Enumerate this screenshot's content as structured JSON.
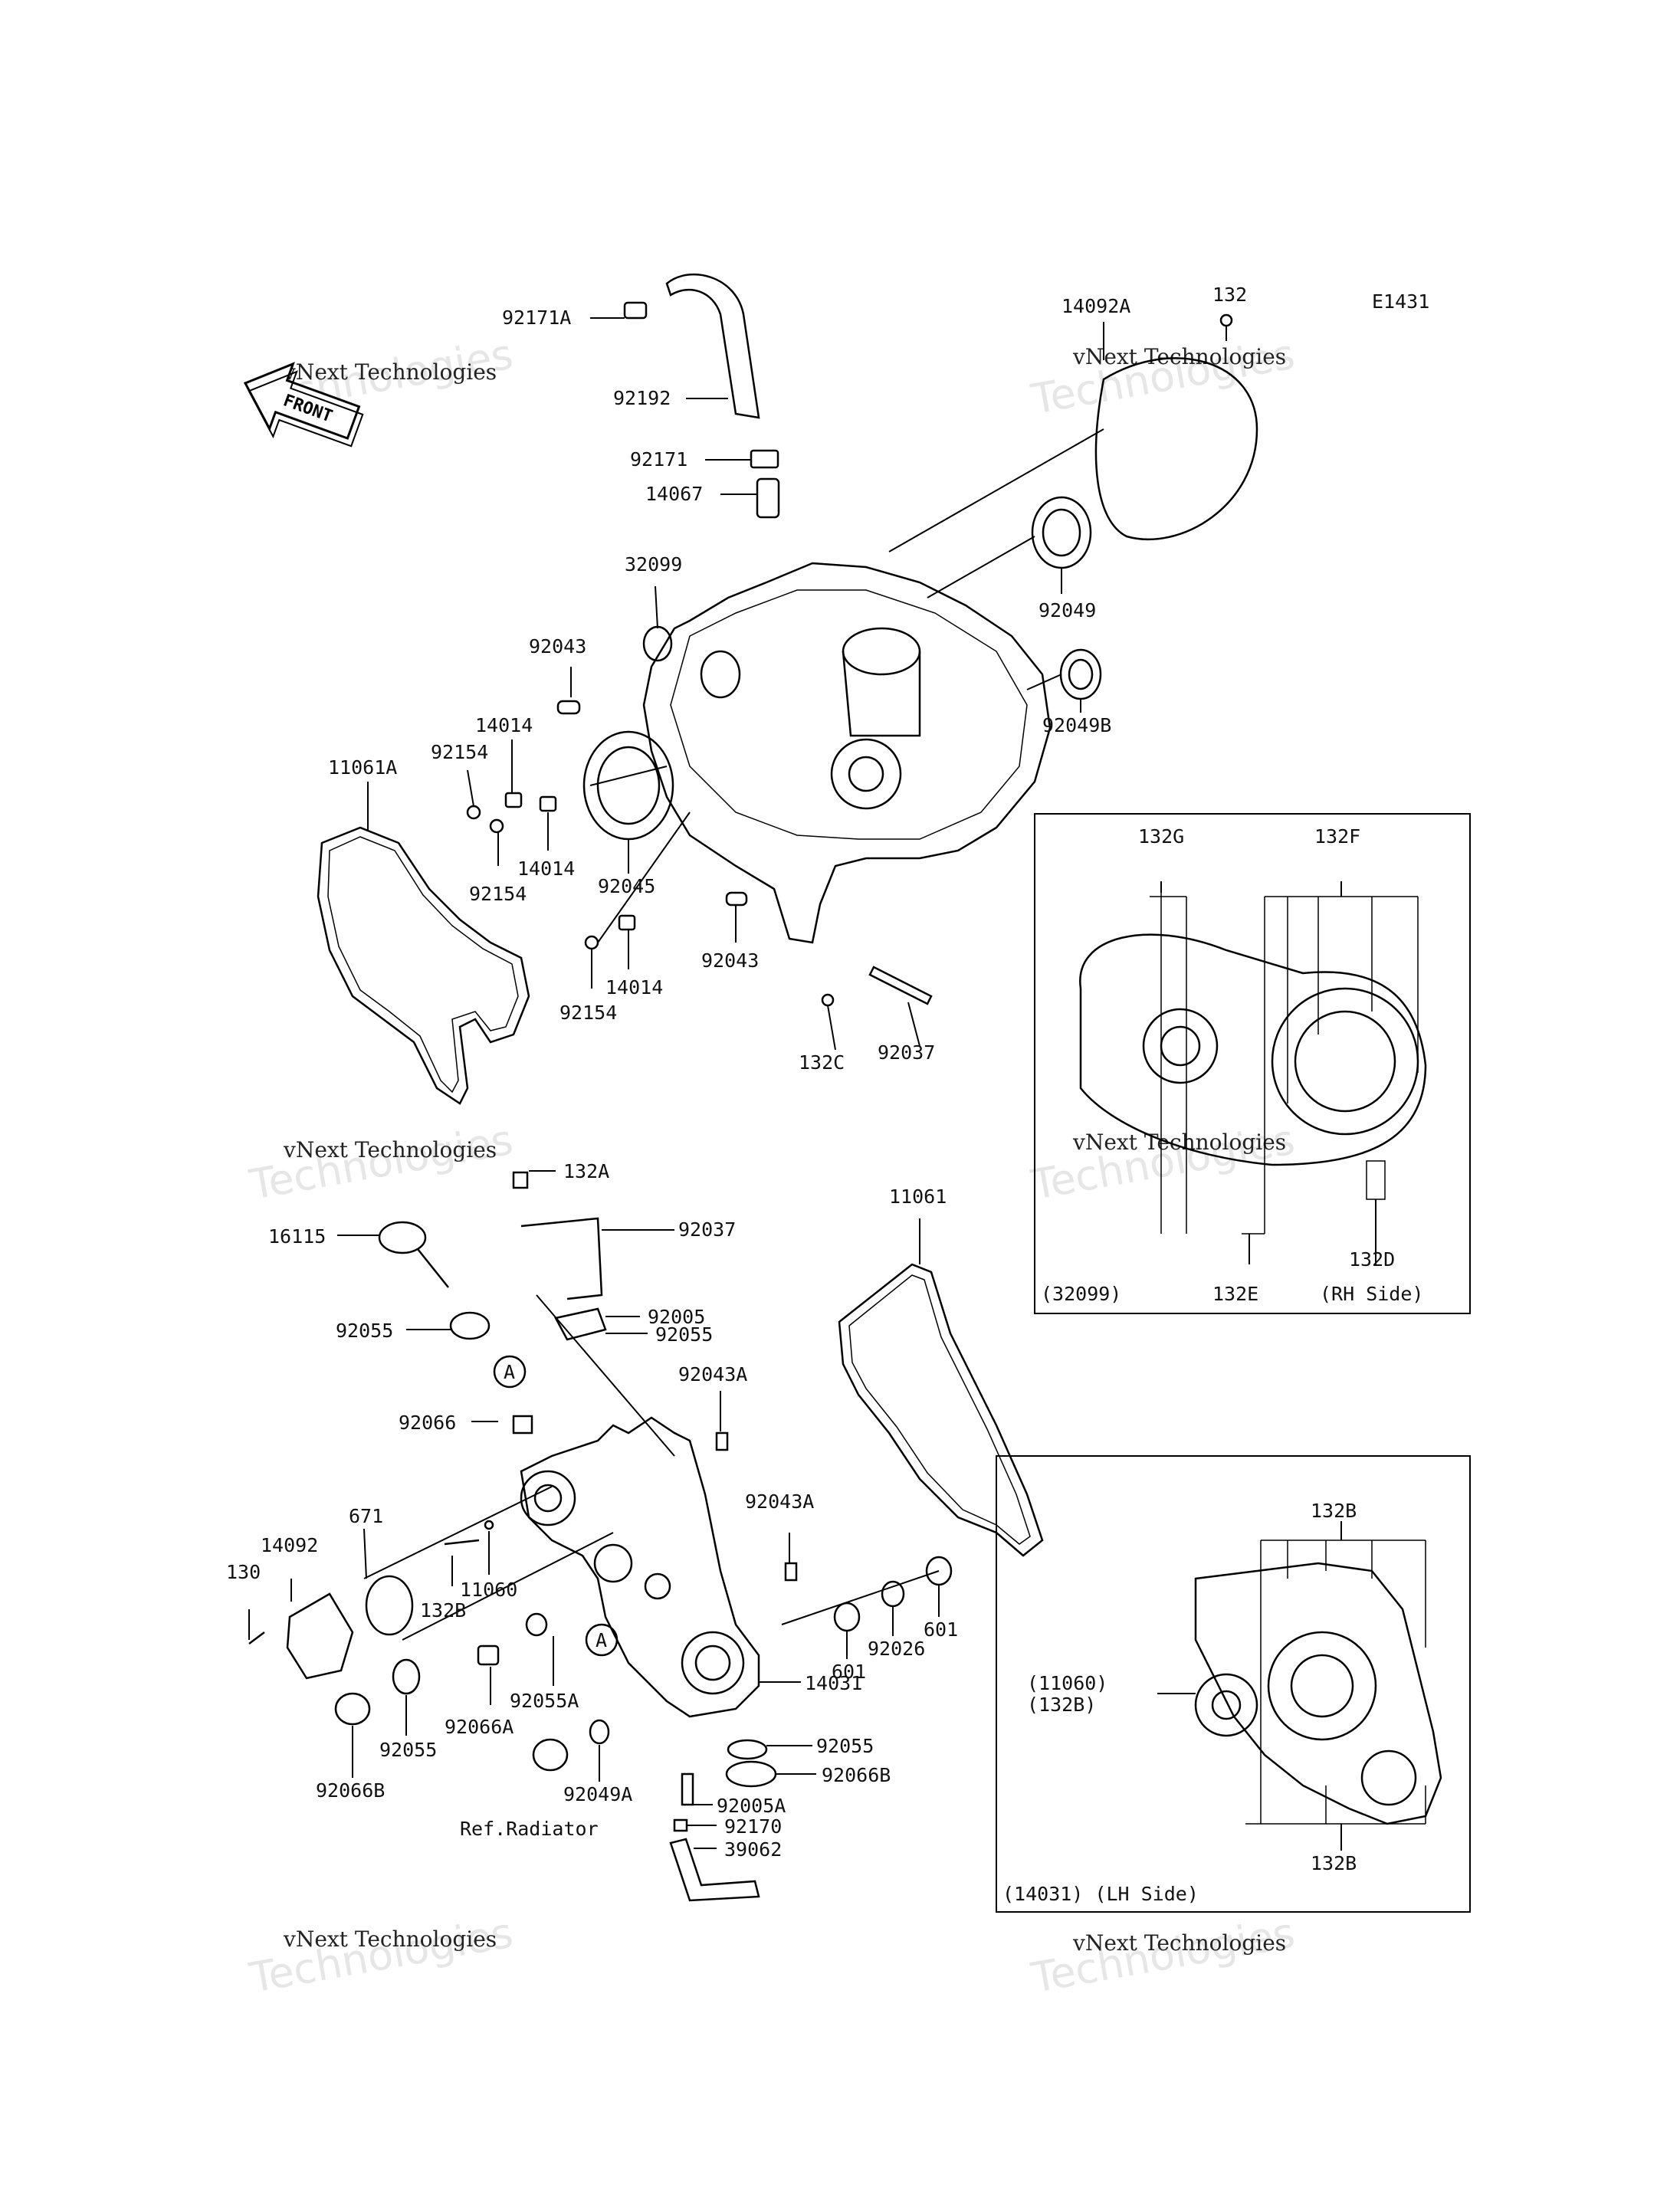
{
  "diagram_id": "E1431",
  "front_marker": "FRONT",
  "watermark": {
    "line1": "vNext Technologies",
    "line2": "Technologies",
    "ghost": "vNext"
  },
  "labels": {
    "l92171A": "92171A",
    "l92192": "92192",
    "l92171": "92171",
    "l14067": "14067",
    "l32099": "32099",
    "l92043a": "92043",
    "l14014a": "14014",
    "l92154a": "92154",
    "l11061A": "11061A",
    "l14014b": "14014",
    "l92154b": "92154",
    "l92045": "92045",
    "l92043b": "92043",
    "l14014c": "14014",
    "l92154c": "92154",
    "l132C": "132C",
    "l92037a": "92037",
    "l14092A": "14092A",
    "l132": "132",
    "l92049": "92049",
    "l92049B": "92049B",
    "l132A": "132A",
    "l92037b": "92037",
    "l16115": "16115",
    "l92055a": "92055",
    "lA1": "A",
    "l92005": "92005",
    "l92055b": "92055",
    "l11061": "11061",
    "l92043Aa": "92043A",
    "l92066": "92066",
    "l671": "671",
    "l14092": "14092",
    "l130": "130",
    "l132B": "132B",
    "l11060": "11060",
    "l92043Ab": "92043A",
    "l92055A": "92055A",
    "lA2": "A",
    "l92066A": "92066A",
    "l92055c": "92055",
    "l92066B": "92066B",
    "l92049A": "92049A",
    "lRefRad": "Ref.Radiator",
    "l14031": "14031",
    "l92055d": "92055",
    "l92066Bb": "92066B",
    "l92005A": "92005A",
    "l92170": "92170",
    "l39062": "39062",
    "l601a": "601",
    "l92026": "92026",
    "l601b": "601"
  },
  "inset_rh": {
    "caption": "(32099)",
    "side": "(RH Side)",
    "l132G": "132G",
    "l132F": "132F",
    "l132E": "132E",
    "l132D": "132D"
  },
  "inset_lh": {
    "caption": "(14031) (LH Side)",
    "l132B_top": "132B",
    "l132B_bot": "132B",
    "l11060": "(11060)",
    "l132B": "(132B)"
  }
}
